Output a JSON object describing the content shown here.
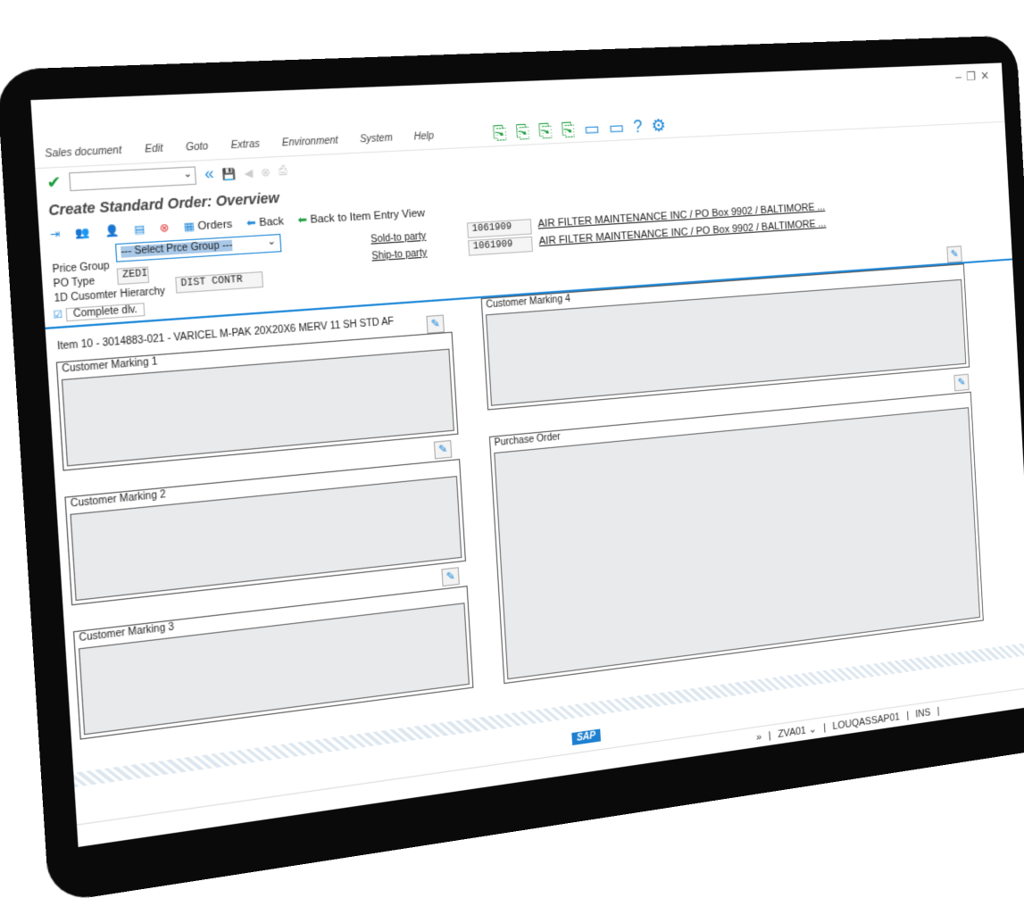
{
  "menu": [
    "Sales document",
    "Edit",
    "Goto",
    "Extras",
    "Environment",
    "System",
    "Help"
  ],
  "title": "Create Standard Order: Overview",
  "toolbar": {
    "orders": "Orders",
    "back": "Back",
    "back_item": "Back to Item Entry View"
  },
  "header": {
    "price_group_label": "Price Group",
    "price_group_value": "--- Select Prce Group ---",
    "po_type_label": "PO Type",
    "po_type_value": "ZEDI",
    "hierarchy_label": "1D Cusomter Hierarchy",
    "hierarchy_value": "DIST CONTR",
    "complete_label": "Complete dlv.",
    "sold_to_label": "Sold-to party",
    "sold_to_value": "1061909",
    "sold_to_name": "AIR FILTER MAINTENANCE INC / PO Box 9902 / BALTIMORE ...",
    "ship_to_label": "Ship-to party",
    "ship_to_value": "1061909",
    "ship_to_name": "AIR FILTER MAINTENANCE INC / PO Box 9902 / BALTIMORE ..."
  },
  "item": "Item 10 - 3014883-021 - VARICEL M-PAK 20X20X6 MERV 11 SH STD AF",
  "boxes": {
    "m1": "Customer Marking 1",
    "m2": "Customer Marking 2",
    "m3": "Customer Marking 3",
    "m4": "Customer Marking 4",
    "po": "Purchase Order"
  },
  "status": {
    "more": "»",
    "transaction": "ZVA01",
    "system": "LOUQASSAP01",
    "mode": "INS"
  },
  "logo": "SAP"
}
